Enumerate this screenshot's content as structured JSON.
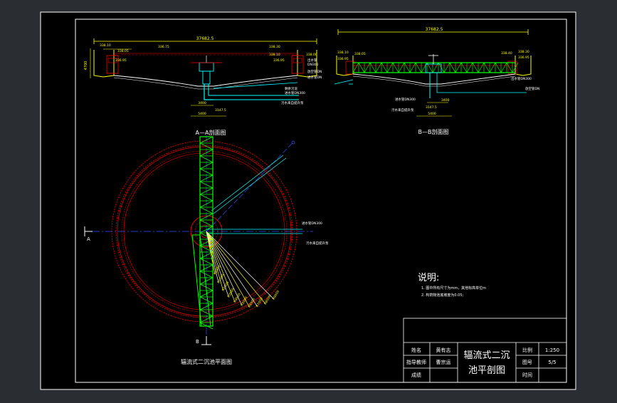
{
  "colors": {
    "outer_bg": "#2a2e33",
    "sheet": "#000000",
    "frame": "#ffffff",
    "yellow": "#ffff00",
    "green": "#00ff00",
    "red": "#ff0000",
    "cyan": "#00ffff",
    "blue": "#3050ff",
    "white": "#ffffff"
  },
  "section_a": {
    "title": "A—A剖面图",
    "total_dim": "37682.5",
    "elev_left": [
      "338.10",
      "338.05",
      "336.95"
    ],
    "elev_mid": "336.75",
    "elev_right": [
      "338.30",
      "338.10",
      "338.00",
      "336.95"
    ],
    "left_side_label": "4700",
    "labels": [
      "出水管",
      "DN300",
      "放空管DN",
      "进水管DN",
      "剩余污泥",
      "进水管DN300",
      "污水来自提升泵"
    ],
    "dim_bottom": [
      "3400",
      "5400",
      "3147.5"
    ]
  },
  "section_b": {
    "title": "B—B剖面图",
    "total_dim": "37682.5",
    "elev_left": [
      "338.10",
      "338.05",
      "336.95"
    ],
    "elev_right": [
      "338.40",
      "338.30",
      "336.95"
    ],
    "labels": [
      "出水管DN300",
      "放空管DN",
      "进水管DN300",
      "污水来自提升泵"
    ],
    "dim_bottom": [
      "3400",
      "3147.5",
      "5400"
    ]
  },
  "plan": {
    "title": "辐流式二沉池平面图",
    "marker_left": "A",
    "marker_bottom": "B",
    "pipe_labels": [
      "进水管DN300",
      "污水来自提升泵"
    ],
    "radial_labels": [
      "R1000",
      "R1500",
      "R2000",
      "R3000",
      "R4000",
      "R5000",
      "R6000",
      "R7000",
      "R8000",
      "R9000"
    ]
  },
  "notes": {
    "title": "说明:",
    "lines": [
      "1. 图中所有尺寸为mm，其他标高单位m",
      "2. 构筑物池底坡度为0.05;"
    ]
  },
  "title_block": {
    "name_label": "姓名",
    "name_value": "黄有志",
    "advisor_label": "指导教师",
    "advisor_value": "曹宗运",
    "grade_label": "成绩",
    "drawing_title_1": "辐流式二沉",
    "drawing_title_2": "池平剖图",
    "scale_label": "比例",
    "scale_value": "1:250",
    "sheet_label": "图号",
    "sheet_value": "5/5",
    "date_label": "时间"
  }
}
